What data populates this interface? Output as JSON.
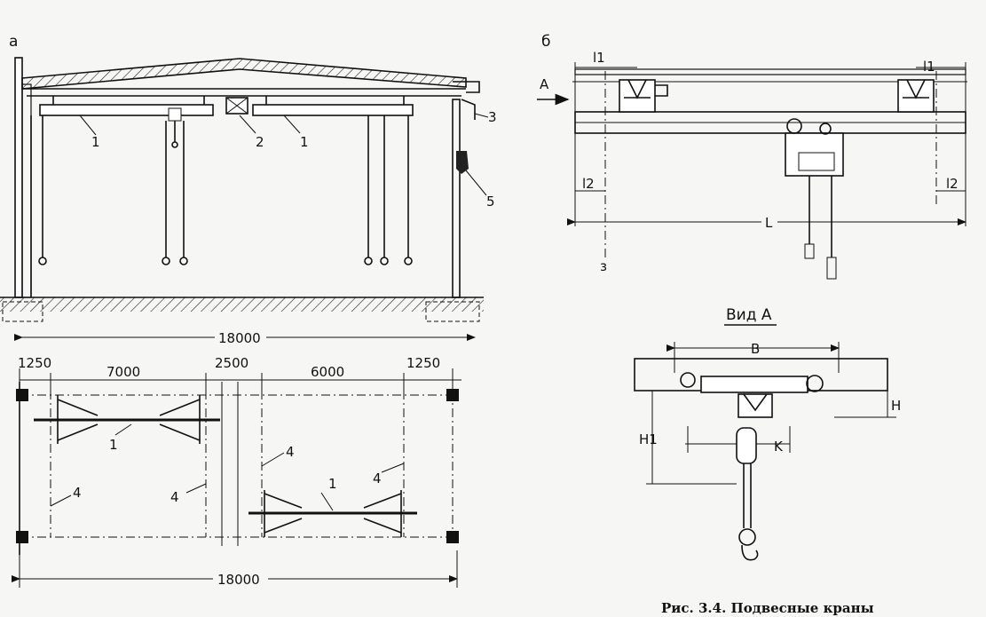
{
  "panel_a": {
    "letter": "а",
    "callouts": {
      "beam_left": "1",
      "hoist": "2",
      "beam_right": "1",
      "crane_rail": "3",
      "bracket": "5"
    },
    "span_section": "18000"
  },
  "plan": {
    "dims": {
      "edge_left": "1250",
      "span_left": "7000",
      "middle": "2500",
      "span_right": "6000",
      "edge_right": "1250",
      "total": "18000"
    },
    "callouts": {
      "crane_left": "1",
      "crane_right": "1",
      "col_a": "4",
      "col_b": "4",
      "col_c": "4",
      "col_d": "4"
    }
  },
  "panel_b": {
    "letter": "б",
    "arrow_label": "А",
    "l1_left": "l1",
    "l1_right": "l1",
    "l2_left": "l2",
    "l2_right": "l2",
    "span": "L",
    "axis_mark": "з"
  },
  "view_a": {
    "title": "Вид А",
    "B": "B",
    "H": "H",
    "H1": "H1",
    "K": "K"
  },
  "caption": "Рис. 3.4. Подвесные краны"
}
